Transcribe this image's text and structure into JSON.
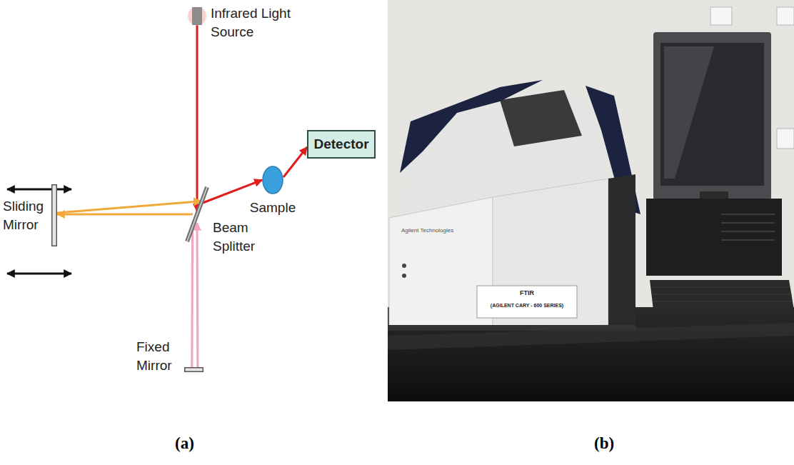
{
  "diagram": {
    "nodes": [
      {
        "text": [
          "Infrared Light Source"
        ]
      },
      {
        "text": [
          "Sliding Mirror"
        ]
      },
      {
        "text": [
          "Beam Splitter"
        ]
      },
      {
        "text": [
          "Sample"
        ]
      },
      {
        "text": [
          "Detector"
        ]
      },
      {
        "text": [
          "Fixed Mirror"
        ]
      }
    ],
    "edges": [
      {
        "from": 0,
        "to": 2,
        "arrow": "to"
      },
      {
        "from": 2,
        "to": 1,
        "arrow": "to"
      },
      {
        "from": 1,
        "to": 2,
        "arrow": "to"
      },
      {
        "from": 5,
        "to": 2,
        "arrow": "to"
      },
      {
        "from": 2,
        "to": 5,
        "arrow": "none"
      },
      {
        "from": 2,
        "to": 3,
        "arrow": "to"
      },
      {
        "from": 3,
        "to": 4,
        "arrow": "to"
      }
    ],
    "labels": [
      "(a)",
      "(b)",
      "Agilent Technologies",
      "FTIR",
      "(AGILENT CARY - 600 SERIES)"
    ]
  }
}
